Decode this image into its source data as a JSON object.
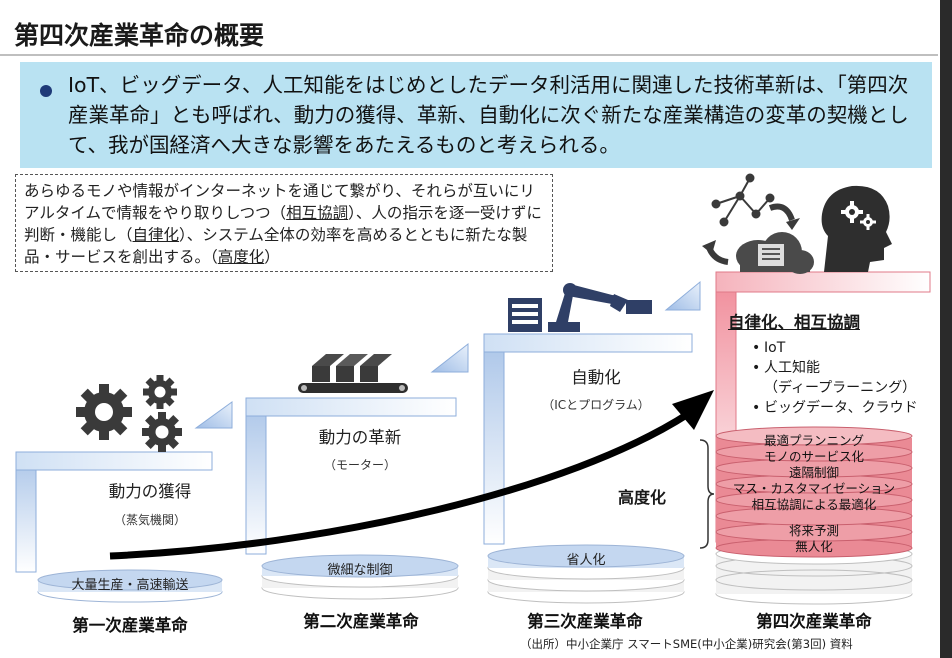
{
  "title": "第四次産業革命の概要",
  "summary": "IoT、ビッグデータ、人工知能をはじめとしたデータ利活用に関連した技術革新は、「第四次産業革命」とも呼ばれ、動力の獲得、革新、自動化に次ぐ新たな産業構造の変革の契機として、我が国経済へ大きな影響をあたえるものと考えられる。",
  "description": {
    "part1": "あらゆるモノや情報がインターネットを通じて繋がり、それらが互いにリアルタイムで情報をやり取りしつつ（",
    "term1": "相互協調",
    "part2": "）、人の指示を逐一受けずに判断・機能し（",
    "term2": "自律化",
    "part3": "）、システム全体の効率を高めるとともに新たな製品・サービスを創出する。（",
    "term3": "高度化",
    "part4": "）"
  },
  "stages": [
    {
      "name": "動力の獲得",
      "sub": "（蒸気機関）",
      "era": "第一次産業革命",
      "disc": "大量生産・高速輸送",
      "icon": "gears-icon"
    },
    {
      "name": "動力の革新",
      "sub": "（モーター）",
      "era": "第二次産業革命",
      "disc": "微細な制御",
      "icon": "conveyor-icon"
    },
    {
      "name": "自動化",
      "sub": "（ICとプログラム）",
      "era": "第三次産業革命",
      "disc": "省人化",
      "icon": "robot-arm-icon"
    },
    {
      "name": "",
      "sub": "",
      "era": "第四次産業革命",
      "disc": "",
      "icon": "ai-brain-icon"
    }
  ],
  "autonomy": {
    "title": "自律化、相互協調",
    "items": [
      "IoT",
      "人工知能",
      "（ディープラーニング）",
      "ビッグデータ、クラウド"
    ]
  },
  "sophistication": {
    "label": "高度化",
    "layers": [
      "最適プランニング",
      "モノのサービス化",
      "遠隔制御",
      "マス・カスタマイゼーション",
      "相互協調による最適化",
      "将来予測",
      "無人化"
    ]
  },
  "source": "（出所）中小企業庁 スマートSME(中小企業)研究会(第3回) 資料",
  "colors": {
    "summary_bg": "#b9e2f2",
    "step_blue": "#c9dcf2",
    "step_pink": "#f4a3ad",
    "layer_pink": "#ea8a95",
    "arrow": "#000000"
  }
}
